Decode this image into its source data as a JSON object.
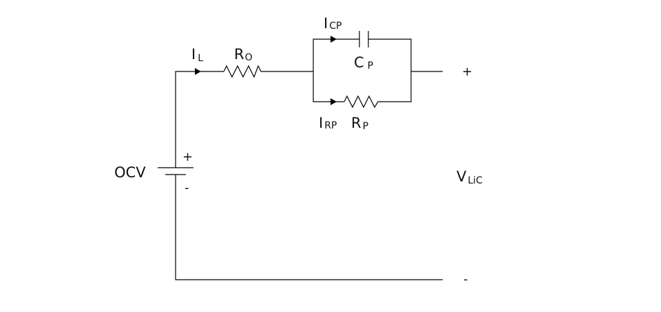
{
  "diagram": {
    "labels": {
      "ocv": "OCV",
      "il_main": "I",
      "il_sub": "L",
      "ro_main": "R",
      "ro_sub": "O",
      "icp_main": "I",
      "icp_sub": "CP",
      "cp_main": "C",
      "cp_sub": "P",
      "irp_main": "I",
      "irp_sub": "RP",
      "rp_main": "R",
      "rp_sub": "P",
      "v_main": "V",
      "v_sub": "LiC",
      "battery_plus": "+",
      "battery_minus": "-",
      "terminal_plus": "+",
      "terminal_minus": "-"
    },
    "components": [
      "battery-ocv",
      "resistor-ro",
      "capacitor-cp",
      "resistor-rp"
    ],
    "colors": {
      "stroke": "#000000",
      "background": "#ffffff"
    }
  }
}
